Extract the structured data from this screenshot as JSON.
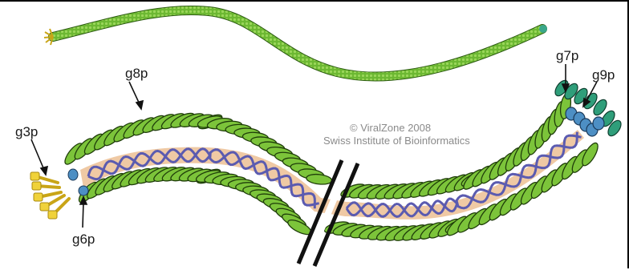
{
  "labels": {
    "g3p": "g3p",
    "g6p": "g6p",
    "g7p": "g7p",
    "g8p": "g8p",
    "g9p": "g9p"
  },
  "credit": {
    "line1": "© ViralZone 2008",
    "line2": "Swiss Institute of Bioinformatics"
  },
  "colors": {
    "coat_green": "#7cc43a",
    "coat_outline": "#1f3d0a",
    "core_tan": "#efc9a4",
    "dna_blue": "#5b5bb0",
    "g7p_teal": "#2f9e7a",
    "g9p_blue": "#4d8fc4",
    "g3p_yellow": "#f0d23a",
    "break_black": "#111111"
  }
}
